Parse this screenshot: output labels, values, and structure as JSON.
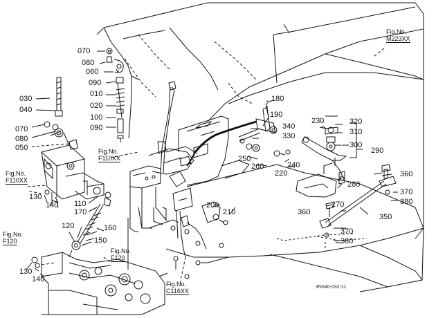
{
  "figure_refs": [
    {
      "id": "m223",
      "line1": "Fig.No.",
      "line2": "M223XX"
    },
    {
      "id": "f110a",
      "line1": "Fig.No.",
      "line2": "F110XX"
    },
    {
      "id": "f110b",
      "line1": "Fig.No.",
      "line2": "F110XX"
    },
    {
      "id": "f120a",
      "line1": "Fig.No.",
      "line2": "F120"
    },
    {
      "id": "f120b",
      "line1": "Fig.No.",
      "line2": "F120"
    },
    {
      "id": "c116",
      "line1": "Fig.No.",
      "line2": "C116XX"
    }
  ],
  "part_numbers": [
    "070",
    "080",
    "060",
    "090",
    "010",
    "020",
    "100",
    "090",
    "030",
    "040",
    "070",
    "080",
    "050",
    "130",
    "140",
    "110",
    "170",
    "120",
    "160",
    "150",
    "130",
    "140",
    "180",
    "190",
    "340",
    "330",
    "230",
    "320",
    "310",
    "300",
    "290",
    "250",
    "260",
    "240",
    "220",
    "360",
    "280",
    "270",
    "370",
    "380",
    "350",
    "360",
    "370",
    "380",
    "200",
    "210"
  ],
  "drawing_code": "3N340-032-11"
}
